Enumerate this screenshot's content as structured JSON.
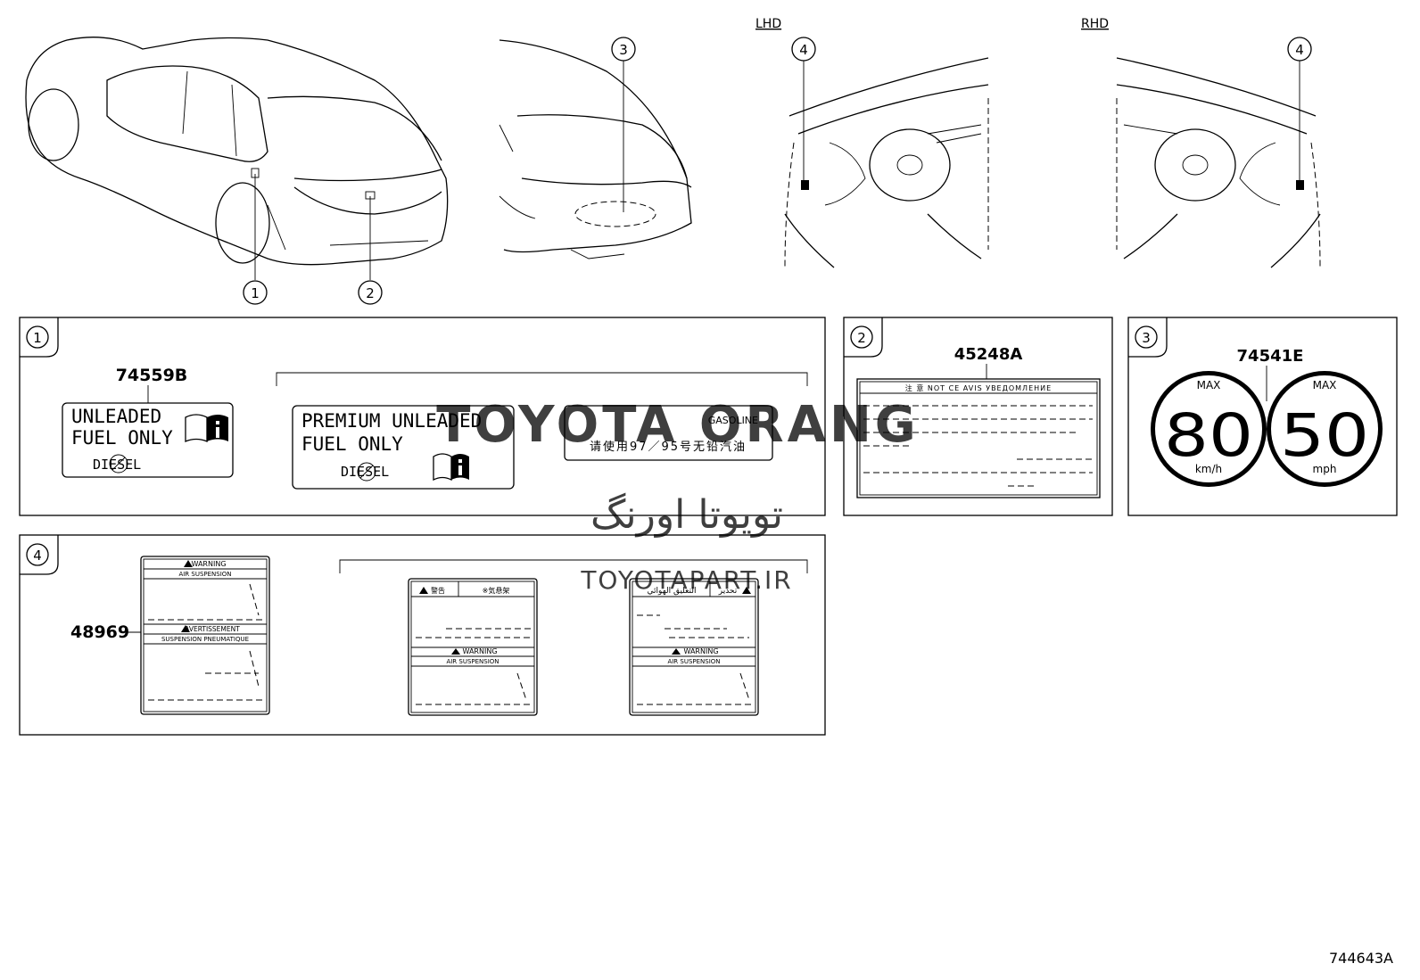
{
  "top_labels": {
    "lhd": "LHD",
    "rhd": "RHD"
  },
  "callouts": {
    "c1": "1",
    "c2": "2",
    "c3": "3",
    "c4": "4"
  },
  "panel1": {
    "part_number": "74559B",
    "label_a": {
      "line1": "UNLEADED",
      "line2": "FUEL ONLY",
      "line3": "DIESEL"
    },
    "label_b": {
      "line1": "PREMIUM  UNLEADED",
      "line2": "FUEL  ONLY",
      "line3": "DIESEL"
    },
    "label_c": {
      "title": "GASOLINE",
      "text": "请使用97／95号无铅汽油"
    }
  },
  "panel2": {
    "part_number": "45248A",
    "header": "注 意  NOT CE  AVIS  УВЕДОМЛЕНИЕ"
  },
  "panel3": {
    "part_number": "74541E",
    "left": {
      "max": "MAX",
      "value": "80",
      "unit": "km/h"
    },
    "right": {
      "max": "MAX",
      "value": "50",
      "unit": "mph"
    }
  },
  "panel4": {
    "part_number": "48969",
    "label_a": {
      "warning": "WARNING",
      "line1": "AIR SUSPENSION",
      "warning_fr": "AVERTISSEMENT",
      "line2": "SUSPENSION PNEUMATIQUE"
    },
    "label_b": {
      "top_left": "警告",
      "top_right": "※気悬架",
      "warning": "WARNING",
      "line": "AIR SUSPENSION"
    },
    "label_c": {
      "top_left": "التعليق الهوائي",
      "top_right": "تحذير",
      "warning": "WARNING",
      "line": "AIR SUSPENSION"
    }
  },
  "watermark": {
    "line1": "TOYOTA ORANG",
    "line2": "تویوتا اورنگ",
    "line3": "TOYOTAPART.IR",
    "color": "#e8a0a0"
  },
  "diagram_id": "744643A"
}
